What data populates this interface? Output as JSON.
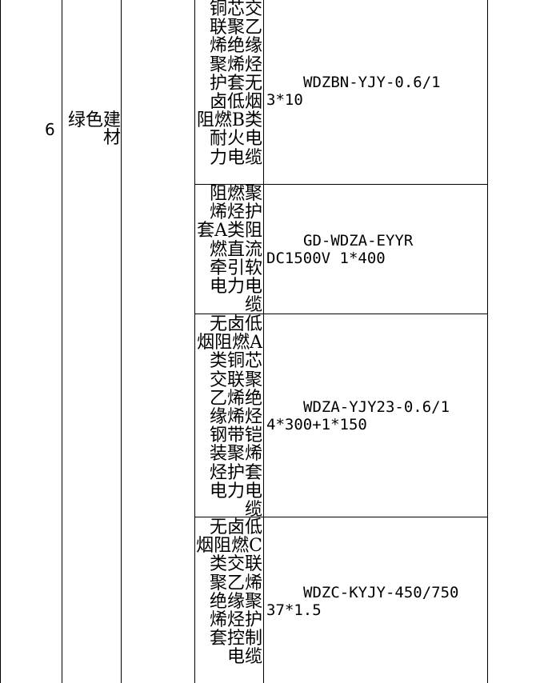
{
  "row": {
    "number": "6",
    "category": "绿色建材"
  },
  "items": [
    {
      "name": "铜芯交联聚乙烯绝缘聚烯烃护套无卤低烟阻燃B类耐火电力电缆",
      "model_line1": "WDZBN-YJY-0.6/1",
      "model_line2": "3*10"
    },
    {
      "name": "阻燃聚烯烃护套A类阻燃直流牵引软电力电缆",
      "model_line1": "GD-WDZA-EYYR",
      "model_line2": "DC1500V  1*400"
    },
    {
      "name": "无卤低烟阻燃A类铜芯交联聚乙烯绝缘烯烃钢带铠装聚烯烃护套电力电缆",
      "model_line1": "WDZA-YJY23-0.6/1",
      "model_line2": "4*300+1*150"
    },
    {
      "name": "无卤低烟阻燃C类交联聚乙烯绝缘聚烯烃护套控制电缆",
      "model_line1": "WDZC-KYJY-450/750",
      "model_line2": "37*1.5"
    }
  ]
}
